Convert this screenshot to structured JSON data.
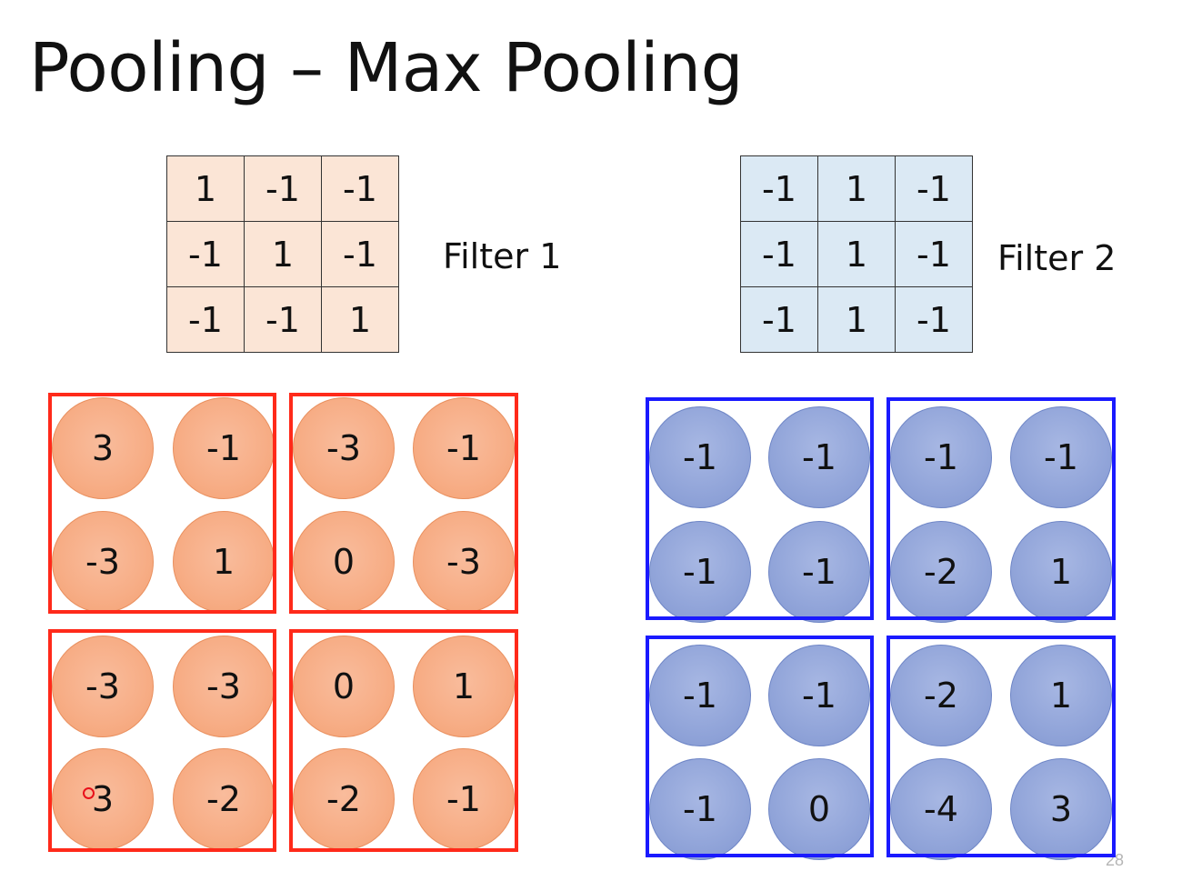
{
  "title": "Pooling – Max Pooling",
  "filter1": {
    "label": "Filter 1",
    "rows": [
      [
        "1",
        "-1",
        "-1"
      ],
      [
        "-1",
        "1",
        "-1"
      ],
      [
        "-1",
        "-1",
        "1"
      ]
    ]
  },
  "filter2": {
    "label": "Filter 2",
    "rows": [
      [
        "-1",
        "1",
        "-1"
      ],
      [
        "-1",
        "1",
        "-1"
      ],
      [
        "-1",
        "1",
        "-1"
      ]
    ]
  },
  "feature_map_1": [
    [
      "3",
      "-1",
      "-3",
      "-1"
    ],
    [
      "-3",
      "1",
      "0",
      "-3"
    ],
    [
      "-3",
      "-3",
      "0",
      "1"
    ],
    [
      "3",
      "-2",
      "-2",
      "-1"
    ]
  ],
  "feature_map_2": [
    [
      "-1",
      "-1",
      "-1",
      "-1"
    ],
    [
      "-1",
      "-1",
      "-2",
      "1"
    ],
    [
      "-1",
      "-1",
      "-2",
      "1"
    ],
    [
      "-1",
      "0",
      "-4",
      "3"
    ]
  ],
  "colors": {
    "filter1_cell": "#fbe5d6",
    "filter2_cell": "#dbe9f4",
    "red_box": "#ff2a1a",
    "blue_box": "#1a1aff",
    "orange_circle": "#f7ae87",
    "blue_circle": "#93a6da"
  },
  "page_number": "28"
}
